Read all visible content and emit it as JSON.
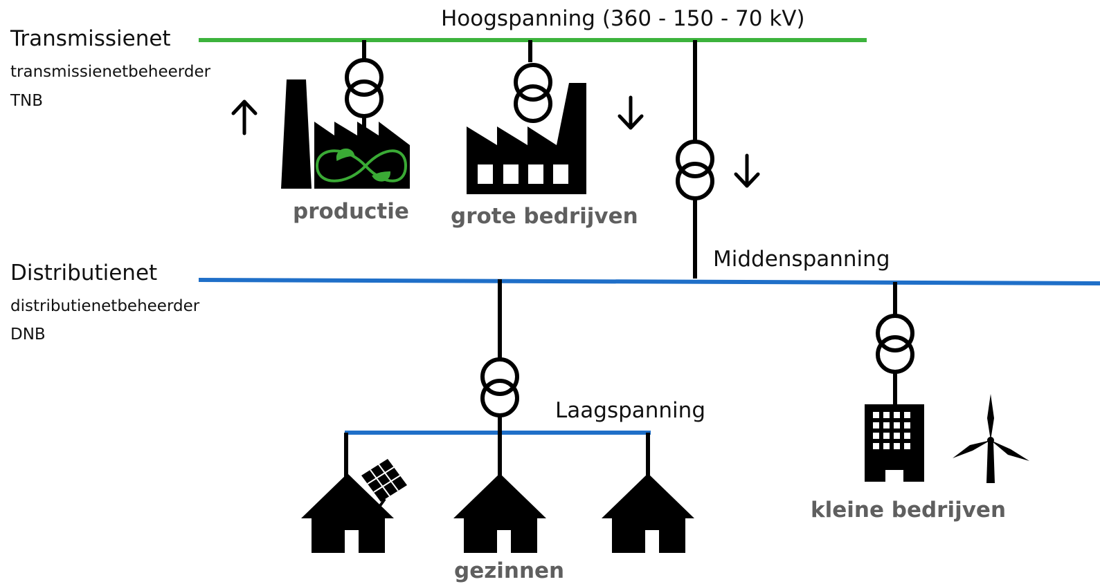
{
  "colors": {
    "high_voltage": "#3db33d",
    "distribution": "#1f6fc8",
    "symbol": "#000000",
    "eco": "#3aaa35",
    "label_grey": "#5f5f5f"
  },
  "transmission": {
    "title": "Transmissienet",
    "operator": "transmissienetbeheerder",
    "abbr": "TNB",
    "voltage_label": "Hoogspanning (360 - 150 - 70 kV)"
  },
  "distribution": {
    "title": "Distributienet",
    "operator": "distributienetbeheerder",
    "abbr": "DNB",
    "medium_voltage_label": "Middenspanning",
    "low_voltage_label": "Laagspanning"
  },
  "nodes": {
    "production": "productie",
    "large_companies": "grote bedrijven",
    "households": "gezinnen",
    "small_companies": "kleine bedrijven"
  },
  "arrows": {
    "production": "up",
    "large_companies": "down",
    "to_distribution": "down"
  },
  "icons": [
    "factory-icon",
    "eco-infinity-icon",
    "transformer-icon",
    "house-icon",
    "solar-panel-icon",
    "office-building-icon",
    "wind-turbine-icon",
    "arrow-up-icon",
    "arrow-down-icon"
  ]
}
